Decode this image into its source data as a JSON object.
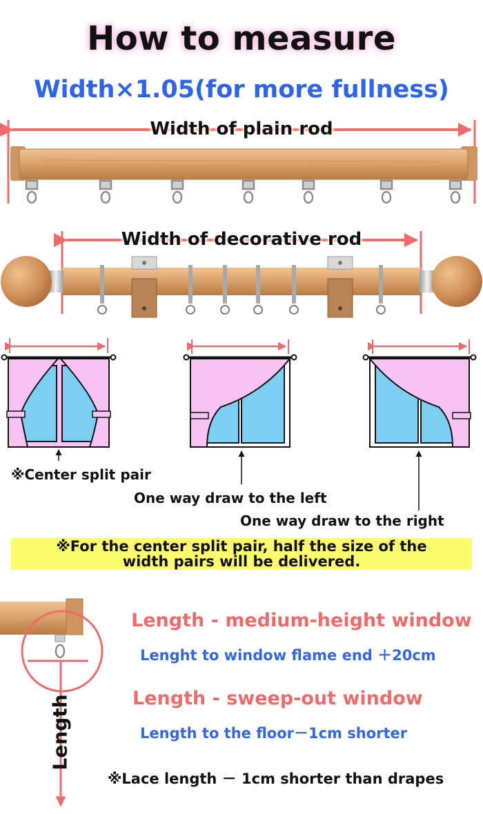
{
  "title": "How to measure",
  "subtitle": "Width×1.05(for more fullness)",
  "plain_rod": {
    "label": "Width of plain rod"
  },
  "decorative_rod": {
    "label": "Width of decorative rod"
  },
  "windows": {
    "center_split": {
      "caption": "※Center split pair"
    },
    "left_draw": {
      "caption": "One way draw to the left"
    },
    "right_draw": {
      "caption": "One way draw to the right"
    }
  },
  "note": {
    "line1": "※For the center split pair, half the size of the",
    "line2": "width pairs will be delivered."
  },
  "length": {
    "axis_label": "Length",
    "medium_heading": "Length - medium-height window",
    "medium_text": "Lenght to window flame end ＋20cm",
    "sweep_heading": "Length - sweep-out window",
    "sweep_text": "Length to the floor－1cm shorter",
    "lace_note": "※Lace length － 1cm shorter than drapes"
  },
  "colors": {
    "accent_red": "#ef6b6b",
    "accent_blue": "#2f64e8",
    "wood": "#d8a06c",
    "curtain_pink": "#f7c3f2",
    "glass_blue": "#7ccff2",
    "note_yellow": "#fbfb6e"
  }
}
